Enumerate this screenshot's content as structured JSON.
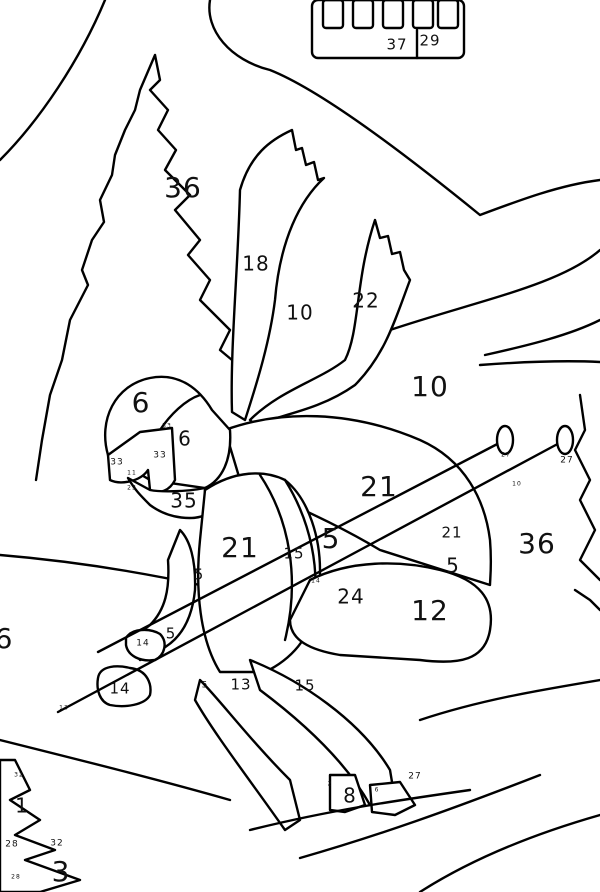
{
  "labels": {
    "sky_mountain": "36",
    "scarf_left": "18",
    "scarf_gap": "10",
    "scarf_right": "22",
    "slope_mid": "10",
    "helmet": "6",
    "helmet_right": "6",
    "goggle_l": "33",
    "goggle_r": "33",
    "goggle_tiny": "33",
    "goggle_tiny2": "11",
    "chin": "23",
    "neck": "35",
    "jacket_left": "21",
    "jacket_stripe": "15",
    "jacket_stripe2": "5",
    "back": "21",
    "back_small": "21",
    "hip": "5",
    "slope_right": "36",
    "thigh": "24",
    "seat": "12",
    "arm_5": "5",
    "wrist": "5",
    "left_edge": "6",
    "glove_upper": "14",
    "glove_lower": "14",
    "leg_5": "5",
    "leg_13": "13",
    "leg_15": "15",
    "boot": "8",
    "boot_r": "17",
    "pole_tip_r": "27",
    "pole_tip_r2": "27",
    "pole_10": "10",
    "pole_tip_l": "13",
    "pole_small": "14",
    "ski_27": "27",
    "ski_2": "2",
    "ski_6": "6",
    "tree_32": "32",
    "tree_1": "1",
    "tree_28": "28",
    "tree_32b": "32",
    "tree_3": "3",
    "tree_28b": "28",
    "gondola_37": "37",
    "gondola_29": "29"
  }
}
